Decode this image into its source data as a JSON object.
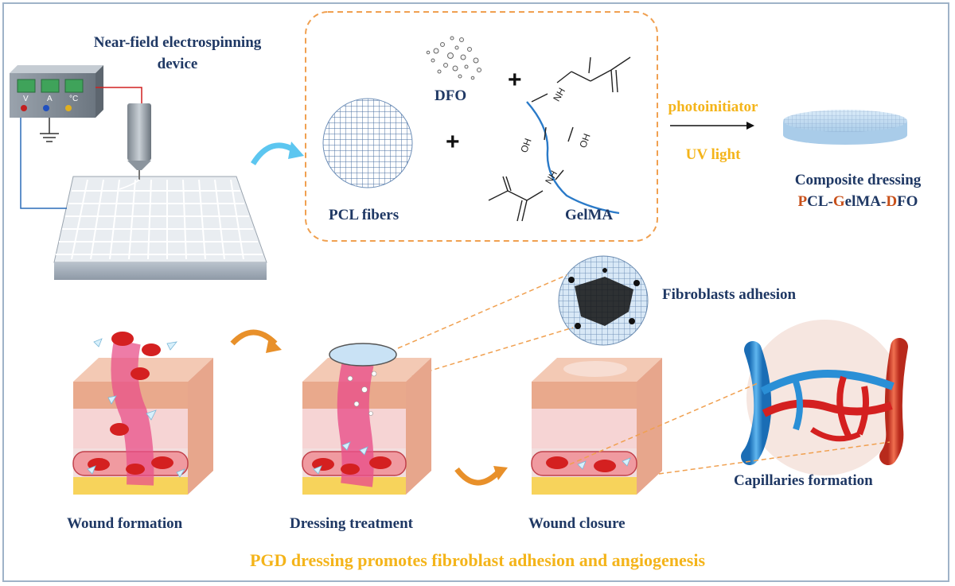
{
  "labels": {
    "device_line1": "Near-field electrospinning",
    "device_line2": "device",
    "dfo": "DFO",
    "pcl_fibers": "PCL fibers",
    "gelma": "GelMA",
    "photoinitiator": "photoinitiator",
    "uv_light": "UV light",
    "composite_line1": "Composite dressing",
    "composite_parts": [
      {
        "text": "P",
        "color": "#c8501a"
      },
      {
        "text": "CL-",
        "color": "#1f3864"
      },
      {
        "text": "G",
        "color": "#c8501a"
      },
      {
        "text": "elMA-",
        "color": "#1f3864"
      },
      {
        "text": "D",
        "color": "#c8501a"
      },
      {
        "text": "FO",
        "color": "#1f3864"
      }
    ],
    "fibroblasts": "Fibroblasts adhesion",
    "capillaries": "Capillaries formation",
    "wound_formation": "Wound  formation",
    "dressing_treatment": "Dressing  treatment",
    "wound_closure": "Wound  closure",
    "caption": "PGD dressing promotes fibroblast adhesion and angiogenesis"
  },
  "device_panel": {
    "v": "V",
    "a": "A",
    "c": "°C"
  },
  "chem": {
    "nh1": "NH",
    "nh2": "NH",
    "oh1": "OH",
    "oh2": "OH"
  },
  "symbols": {
    "plus": "+"
  },
  "colors": {
    "frame": "#9fb3c8",
    "navy": "#1f3864",
    "accent_orange": "#f4b41a",
    "arrow_orange": "#e8902a",
    "dashed_orange": "#f0a050",
    "blood_red": "#d42020",
    "vessel_blue": "#2a8fd6",
    "gel_blue": "#c9e2f5"
  }
}
